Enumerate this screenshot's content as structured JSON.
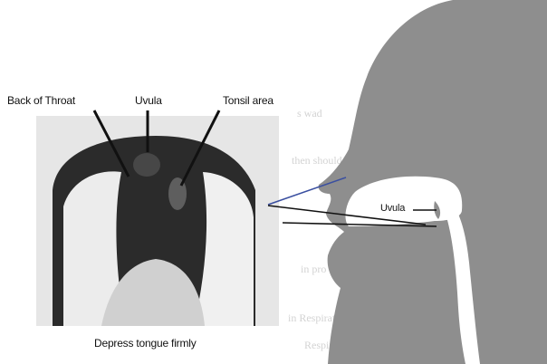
{
  "labels": {
    "back_of_throat": "Back of Throat",
    "uvula_top": "Uvula",
    "tonsil_area": "Tonsil area",
    "uvula_profile": "Uvula",
    "caption": "Depress tongue firmly"
  },
  "background_text": [
    "s wad",
    "then should be",
    "in pro",
    "in Respiratory Viru",
    "Respiratory"
  ],
  "colors": {
    "silhouette": "#8e8e8e",
    "photo_dark": "#2b2b2b",
    "line": "#111111",
    "blue_line": "#3a4fa0"
  }
}
